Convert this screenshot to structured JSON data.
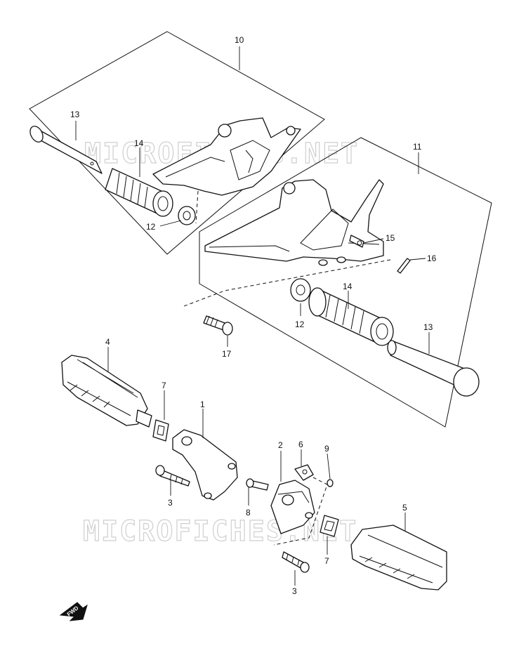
{
  "watermarks": [
    "MICROFICHES.NET",
    "MICROFICHES.NET"
  ],
  "direction_label": "FWD",
  "callouts": [
    {
      "id": "c10a",
      "label": "10"
    },
    {
      "id": "c13a",
      "label": "13"
    },
    {
      "id": "c14a",
      "label": "14"
    },
    {
      "id": "c12a",
      "label": "12"
    },
    {
      "id": "c11",
      "label": "11"
    },
    {
      "id": "c15",
      "label": "15"
    },
    {
      "id": "c16",
      "label": "16"
    },
    {
      "id": "c14b",
      "label": "14"
    },
    {
      "id": "c12b",
      "label": "12"
    },
    {
      "id": "c13b",
      "label": "13"
    },
    {
      "id": "c17",
      "label": "17"
    },
    {
      "id": "c4",
      "label": "4"
    },
    {
      "id": "c7a",
      "label": "7"
    },
    {
      "id": "c1",
      "label": "1"
    },
    {
      "id": "c3a",
      "label": "3"
    },
    {
      "id": "c2",
      "label": "2"
    },
    {
      "id": "c6",
      "label": "6"
    },
    {
      "id": "c9",
      "label": "9"
    },
    {
      "id": "c8",
      "label": "8"
    },
    {
      "id": "c5",
      "label": "5"
    },
    {
      "id": "c7b",
      "label": "7"
    },
    {
      "id": "c3b",
      "label": "3"
    }
  ]
}
